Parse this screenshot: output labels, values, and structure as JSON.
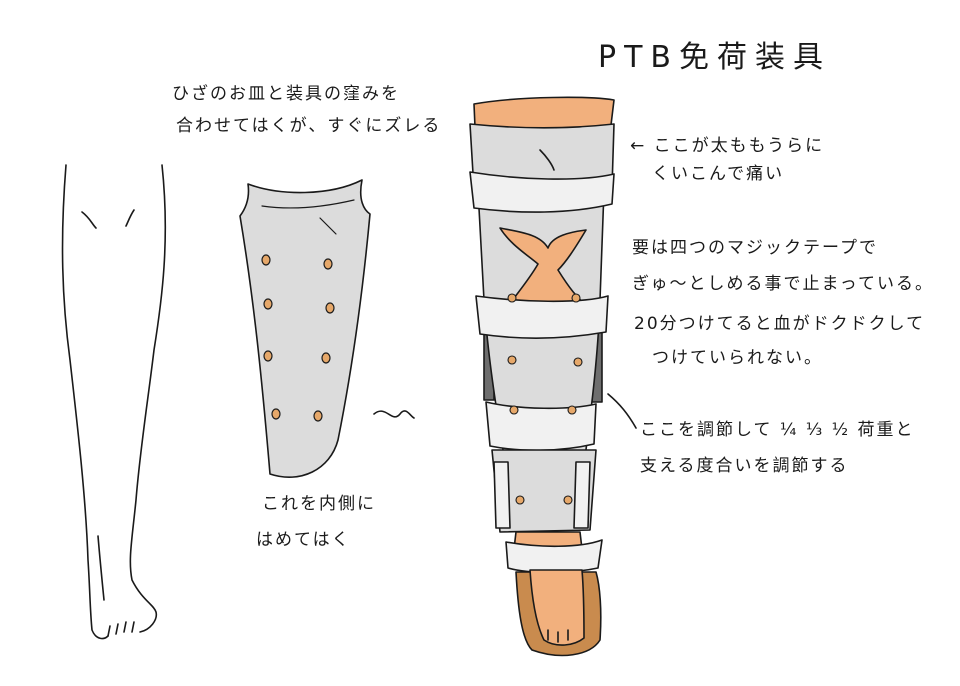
{
  "title": "PTB免荷装具",
  "note_kneecap": {
    "line1": "ひざのお皿と装具の窪みを",
    "line2": "合わせてはくが、すぐにズレる"
  },
  "note_inner": {
    "line1": "これを内側に",
    "line2": "はめてはく"
  },
  "note_thigh": {
    "line1": "← ここが太ももうらに",
    "line2": "くいこんで痛い"
  },
  "note_velcro": {
    "line1": "要は四つのマジックテープで",
    "line2": "ぎゅ〜としめる事で止まっている。",
    "line3": "20分つけてると血がドクドクして",
    "line4": "つけていられない。"
  },
  "note_adjust": {
    "line1": "ここを調節して ¼ ⅓ ½ 荷重と",
    "line2": "支える度合いを調節する"
  },
  "colors": {
    "skin": "#f2b07d",
    "brace": "#dcdcdc",
    "strap": "#f1f1f1",
    "sole": "#c98b4e",
    "ink": "#1a1a1a",
    "hole": "#e6a86a"
  }
}
